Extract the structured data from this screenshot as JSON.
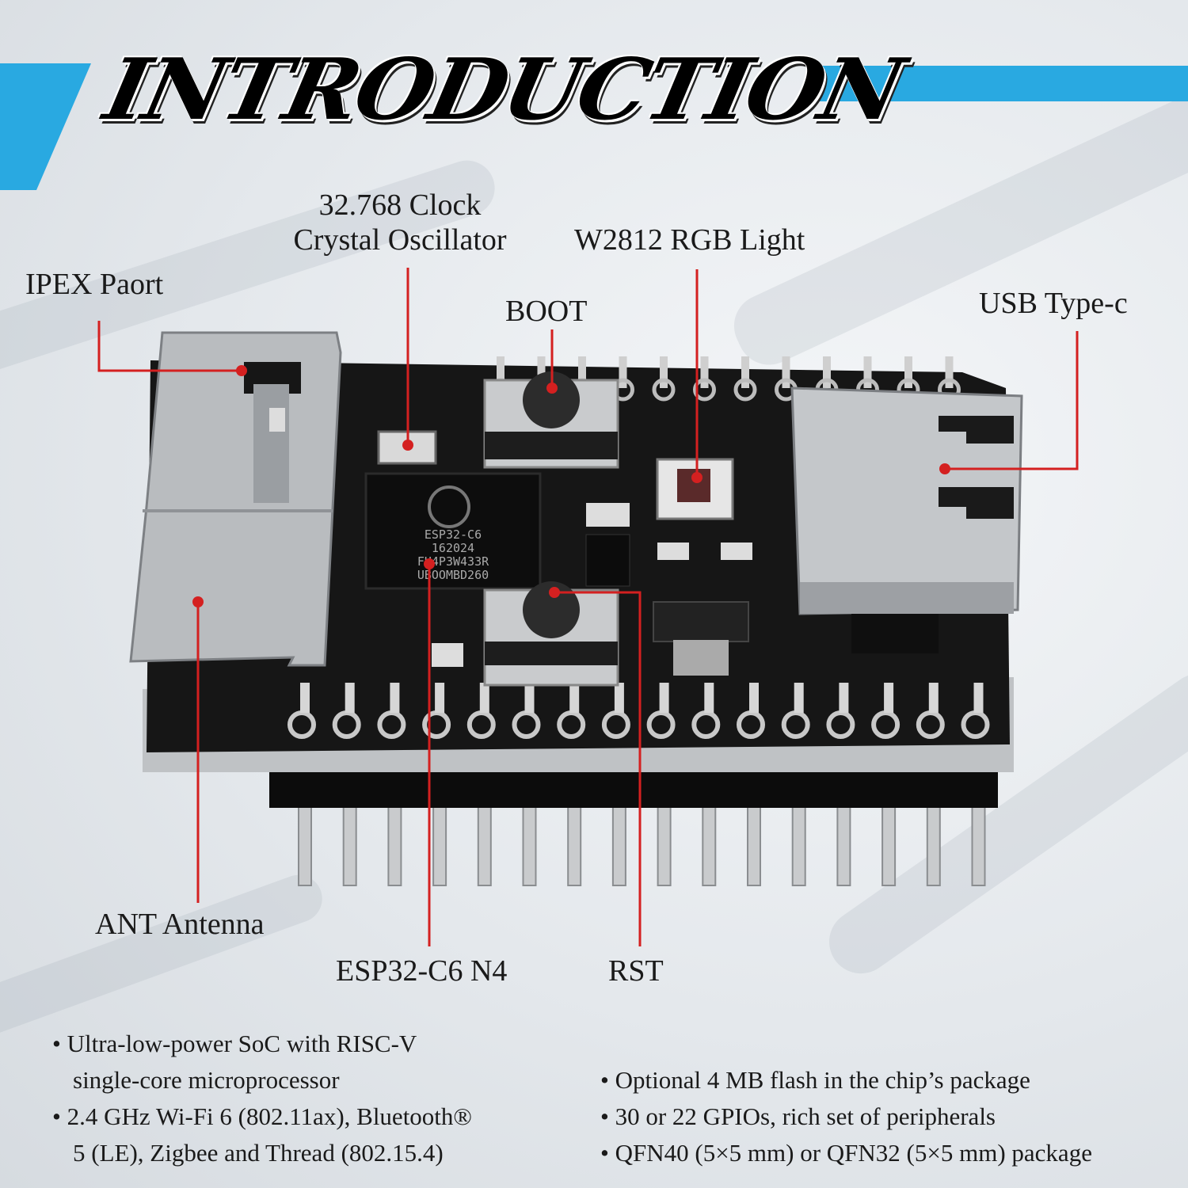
{
  "title": "INTRODUCTION",
  "colors": {
    "accent_stripe": "#29a9e1",
    "callout_line": "#d42020",
    "board": "#161616",
    "metal": "#b9bcbf"
  },
  "chip_marking": [
    "ESP32-C6",
    "162024",
    "FH4P3W433R",
    "UBOOMBD260"
  ],
  "callouts": {
    "clock_line1": "32.768 Clock",
    "clock_line2": "Crystal Oscillator",
    "rgb": "W2812 RGB Light",
    "ipex": "IPEX Paort",
    "boot": "BOOT",
    "usb": "USB Type-c",
    "antenna": "ANT Antenna",
    "soc": "ESP32-C6 N4",
    "rst": "RST"
  },
  "features_left": [
    "• Ultra-low-power SoC with RISC-V",
    "single-core microprocessor",
    "• 2.4 GHz Wi-Fi 6 (802.11ax), Bluetooth®",
    "5 (LE), Zigbee and Thread (802.15.4)"
  ],
  "features_right": [
    "• Optional 4 MB flash in the chip’s package",
    "• 30 or 22 GPIOs, rich set of peripherals",
    "• QFN40 (5×5 mm) or QFN32 (5×5 mm) package"
  ]
}
